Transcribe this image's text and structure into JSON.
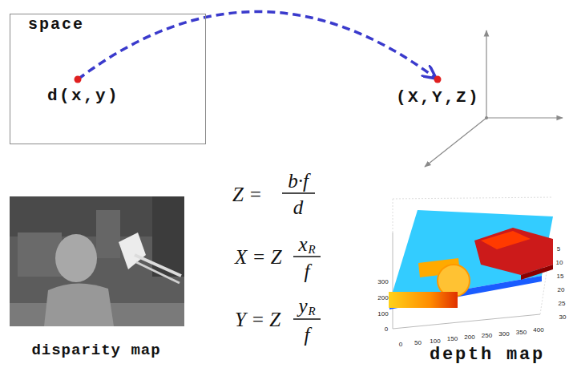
{
  "diagram": {
    "nodes": [
      {
        "text": [
          "space",
          "d(x,y)"
        ]
      }
    ],
    "labels": [
      "(X,Y,Z)",
      "Z =",
      "b·f",
      "d",
      "X = Z",
      "x",
      "R",
      "f",
      "Y = Z",
      "y",
      "R",
      "f",
      "disparity map",
      "depth map",
      "300",
      "200",
      "100",
      "0",
      "0",
      "50",
      "100",
      "150",
      "200",
      "250",
      "300",
      "350",
      "400",
      "5",
      "10",
      "15",
      "20",
      "25",
      "30"
    ]
  }
}
